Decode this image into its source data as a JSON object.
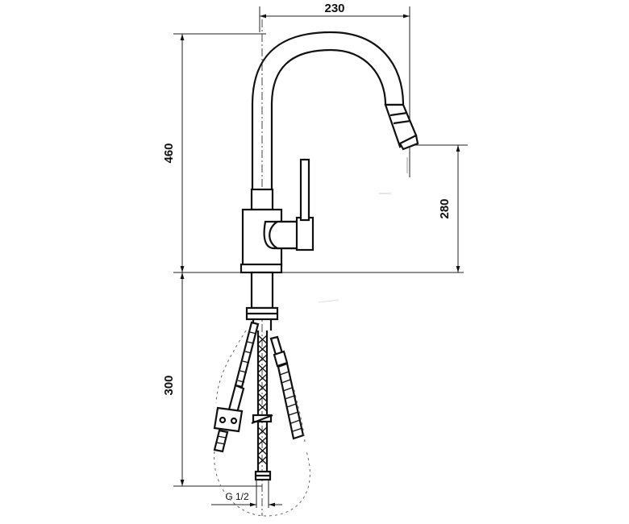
{
  "diagram": {
    "dimensions": {
      "spout_reach": "230",
      "total_height": "460",
      "outlet_height": "280",
      "hose_length": "300",
      "thread": "G 1/2"
    }
  }
}
